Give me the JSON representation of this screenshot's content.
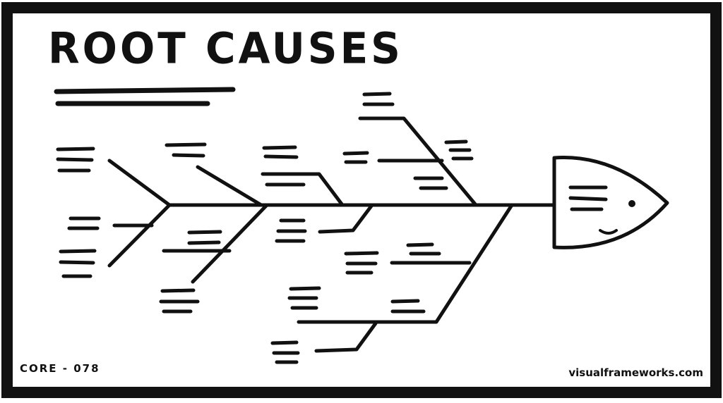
{
  "title": "ROOT CAUSES",
  "code": "CORE - 078",
  "credit": "visualframeworks.com",
  "colors": {
    "ink": "#111111",
    "paper": "#ffffff"
  },
  "icons": [
    "fish-head-icon",
    "fish-eye-icon"
  ]
}
